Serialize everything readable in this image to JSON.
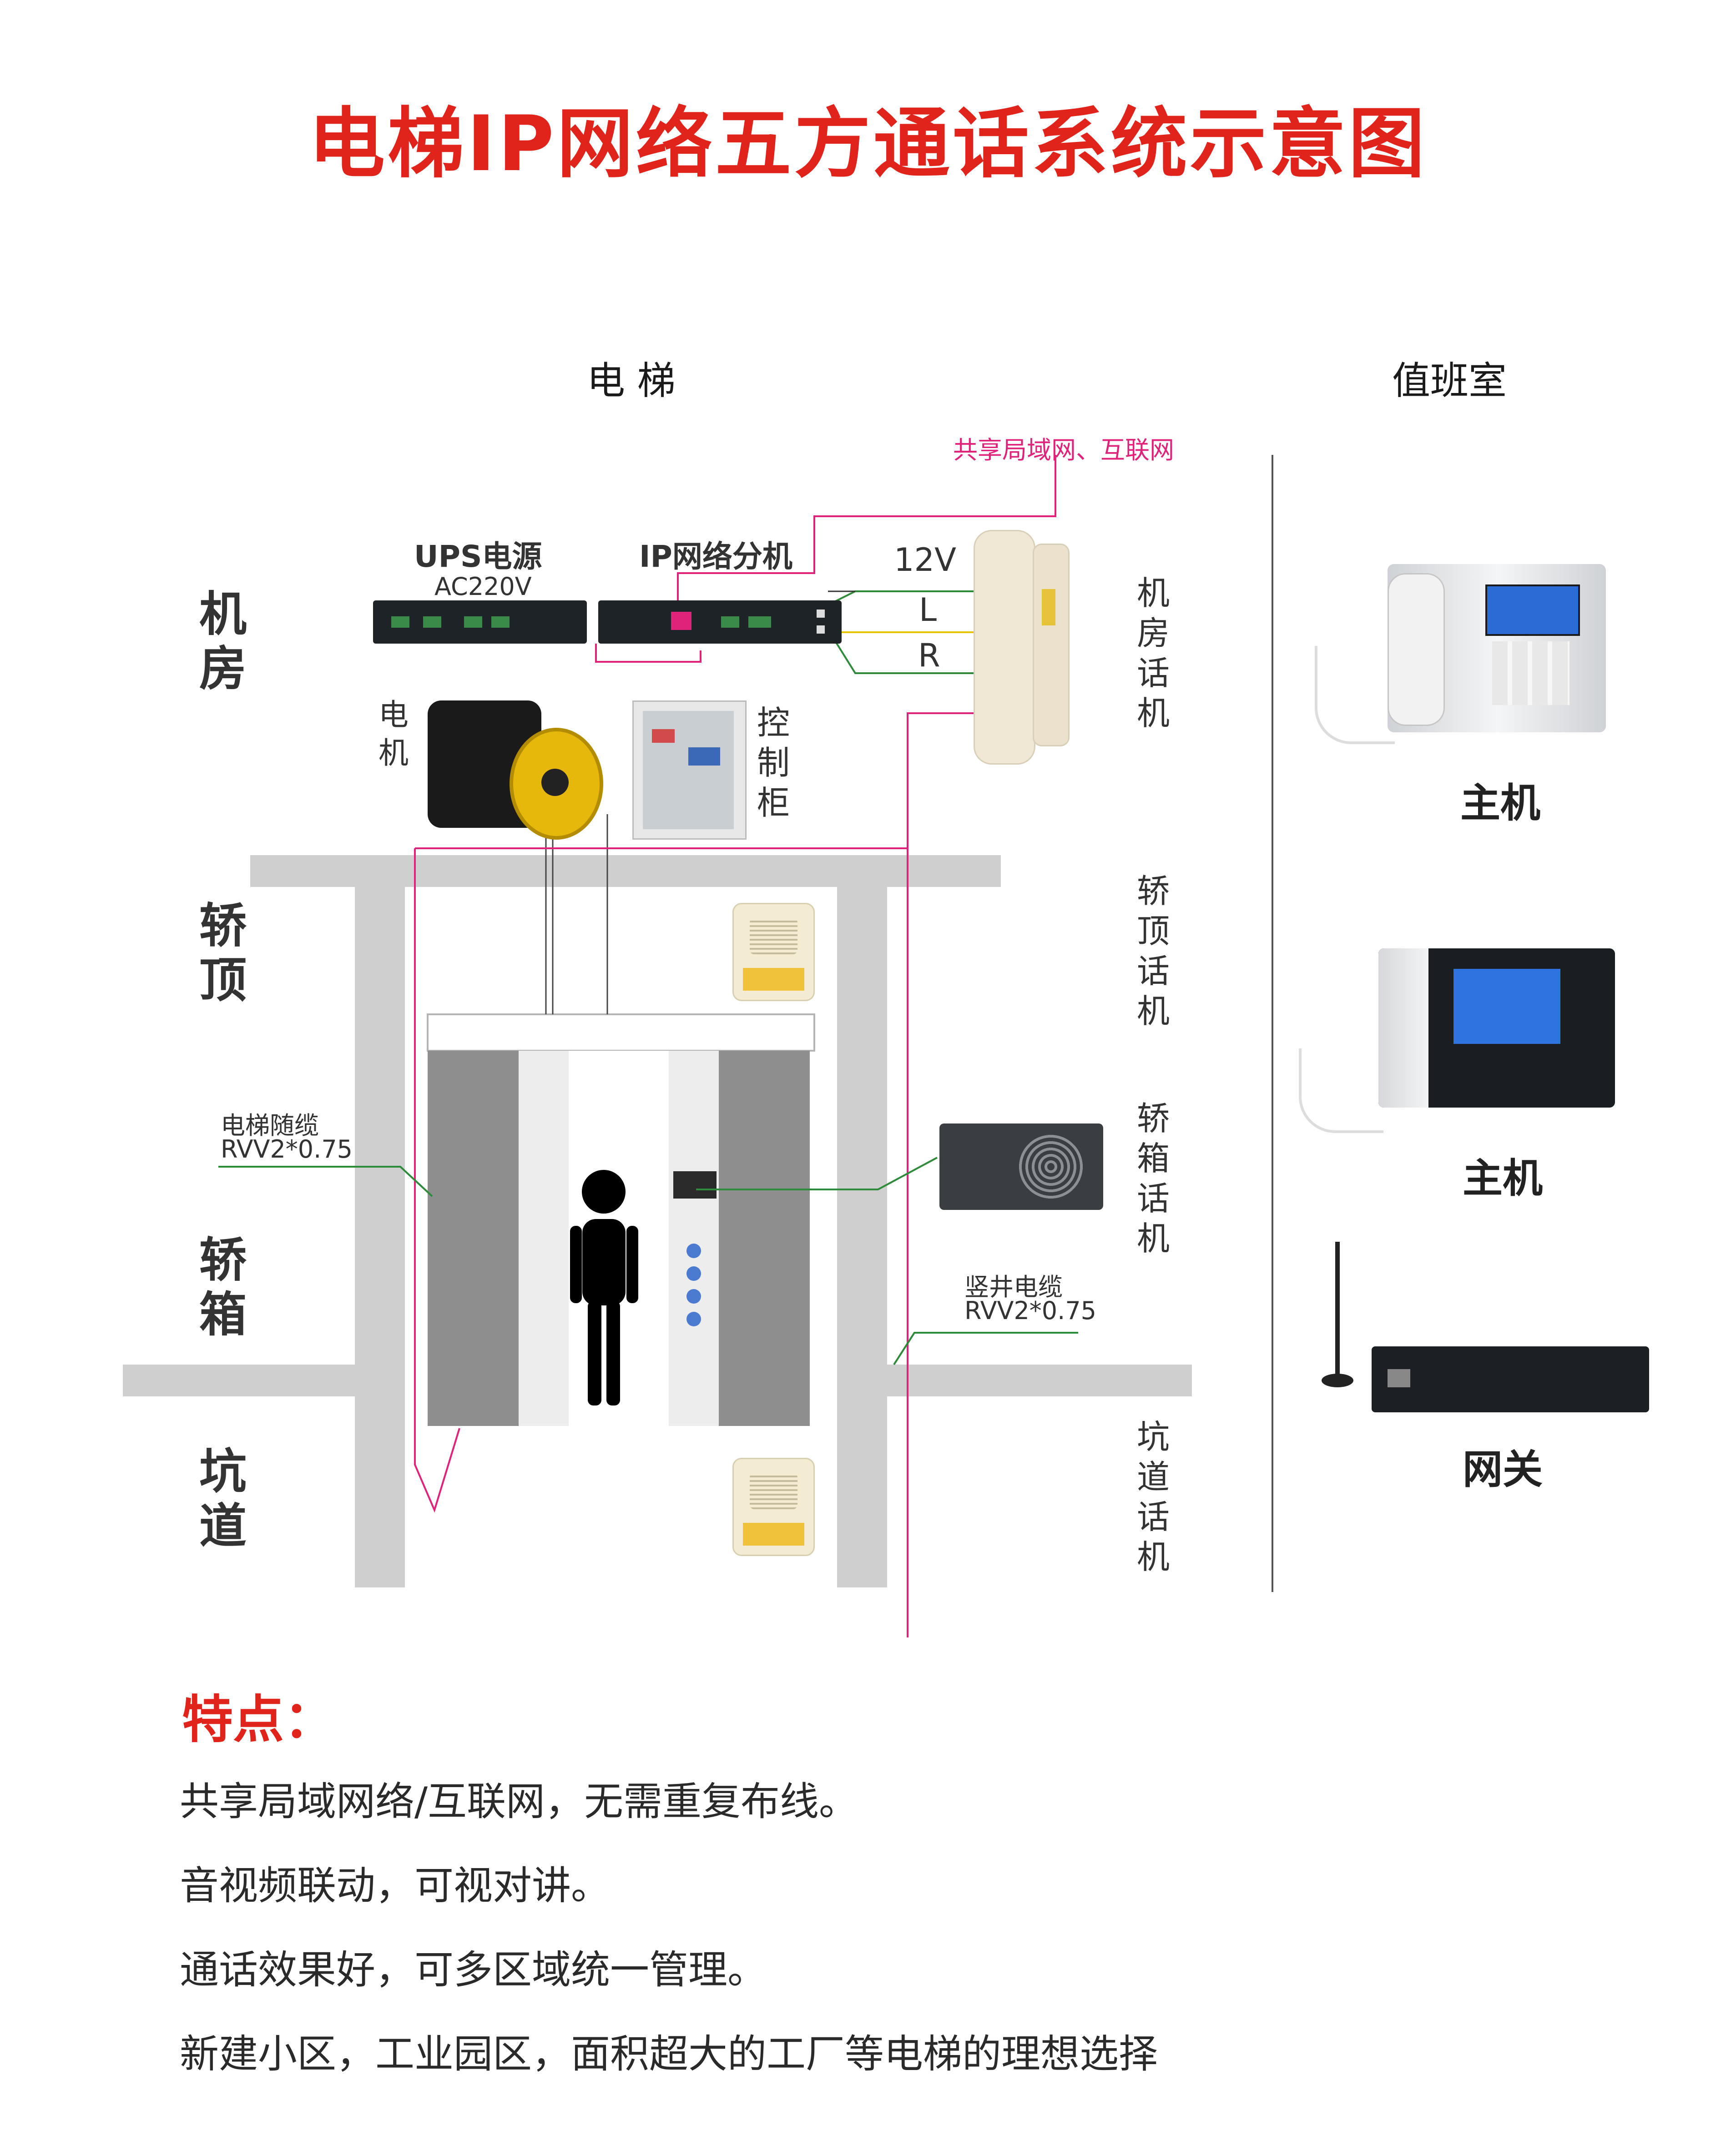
{
  "title": "电梯IP网络五方通话系统示意图",
  "headers": {
    "elevator": "电 梯",
    "duty_room": "值班室"
  },
  "network_label": "共享局域网、互联网",
  "zones": {
    "machine_room": "机房",
    "car_top": "轿顶",
    "car": "轿箱",
    "pit": "坑道"
  },
  "devices": {
    "ups_title": "UPS电源",
    "ups_voltage": "AC220V",
    "splitter_title": "IP网络分机",
    "motor": "电机",
    "control_cabinet": "控制柜"
  },
  "wires": {
    "v12": "12V",
    "l": "L",
    "r": "R"
  },
  "intercom_labels": {
    "machine_room": "机房话机",
    "car_top": "轿顶话机",
    "car": "轿箱话机",
    "pit": "坑道话机"
  },
  "cables": {
    "traveling_name": "电梯随缆",
    "traveling_spec": "RVV2*0.75",
    "shaft_name": "竖井电缆",
    "shaft_spec": "RVV2*0.75"
  },
  "duty_devices": {
    "host1": "主机",
    "host2": "主机",
    "gateway": "网关"
  },
  "features_title": "特点：",
  "features": [
    "共享局域网络/互联网，无需重复布线。",
    "音视频联动，可视对讲。",
    "通话效果好，可多区域统一管理。",
    "新建小区，工业园区，面积超大的工厂等电梯的理想选择"
  ],
  "colors": {
    "title": "#e0231b",
    "network_line": "#e0237a",
    "green_line": "#2e8b3a",
    "yellow_line": "#e5c400",
    "shaft": "#cfcfcf"
  }
}
